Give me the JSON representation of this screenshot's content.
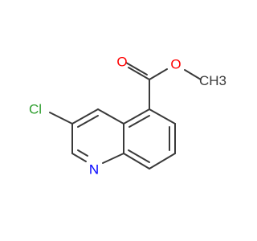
{
  "molecule": {
    "atoms": {
      "oxygen_carbonyl": "O",
      "oxygen_ester": "O",
      "methyl": "CH3",
      "chlorine": "Cl",
      "nitrogen": "N"
    }
  },
  "colors": {
    "bond": "#3a3a3a",
    "oxygen": "#ff0000",
    "nitrogen": "#0000ff",
    "chlorine": "#2e9e2e",
    "carbon": "#3a3a3a"
  }
}
